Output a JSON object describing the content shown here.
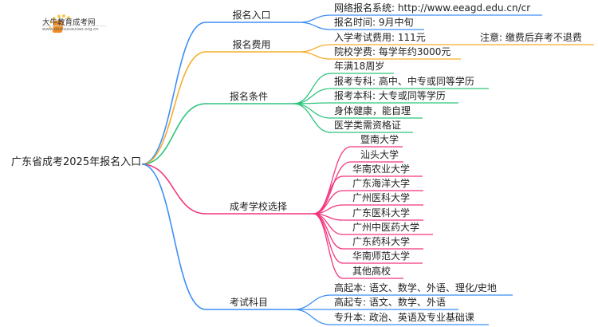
{
  "logo": {
    "title": "大牛教育成考网",
    "url": "www.daniuxuexiao.org.cn"
  },
  "root": "广东省成考2025年报名入口",
  "colors": {
    "blue": "#3d8ff5",
    "orange": "#f6ad2a",
    "green": "#2cc57c",
    "pink": "#f2357d"
  },
  "branches": [
    {
      "label": "报名入口",
      "children": [
        "网络报名系统: http://www.eeagd.edu.cn/cr",
        "报名时间: 9月中旬"
      ]
    },
    {
      "label": "报名费用",
      "children": [
        "入学考试费用: 111元",
        "院校学费: 每学年约3000元"
      ],
      "note": "注意: 缴费后弃考不退费"
    },
    {
      "label": "报名条件",
      "children": [
        "年满18周岁",
        "报考专科: 高中、中专或同等学历",
        "报考本科: 大专或同等学历",
        "身体健康，能自理",
        "医学类需资格证"
      ]
    },
    {
      "label": "成考学校选择",
      "children": [
        "暨南大学",
        "汕头大学",
        "华南农业大学",
        "广东海洋大学",
        "广州医科大学",
        "广东医科大学",
        "广州中医药大学",
        "广东药科大学",
        "华南师范大学",
        "其他高校"
      ]
    },
    {
      "label": "考试科目",
      "children": [
        "高起本: 语文、数学、外语、理化/史地",
        "高起专: 语文、数学、外语",
        "专升本: 政治、英语及专业基础课"
      ]
    }
  ]
}
